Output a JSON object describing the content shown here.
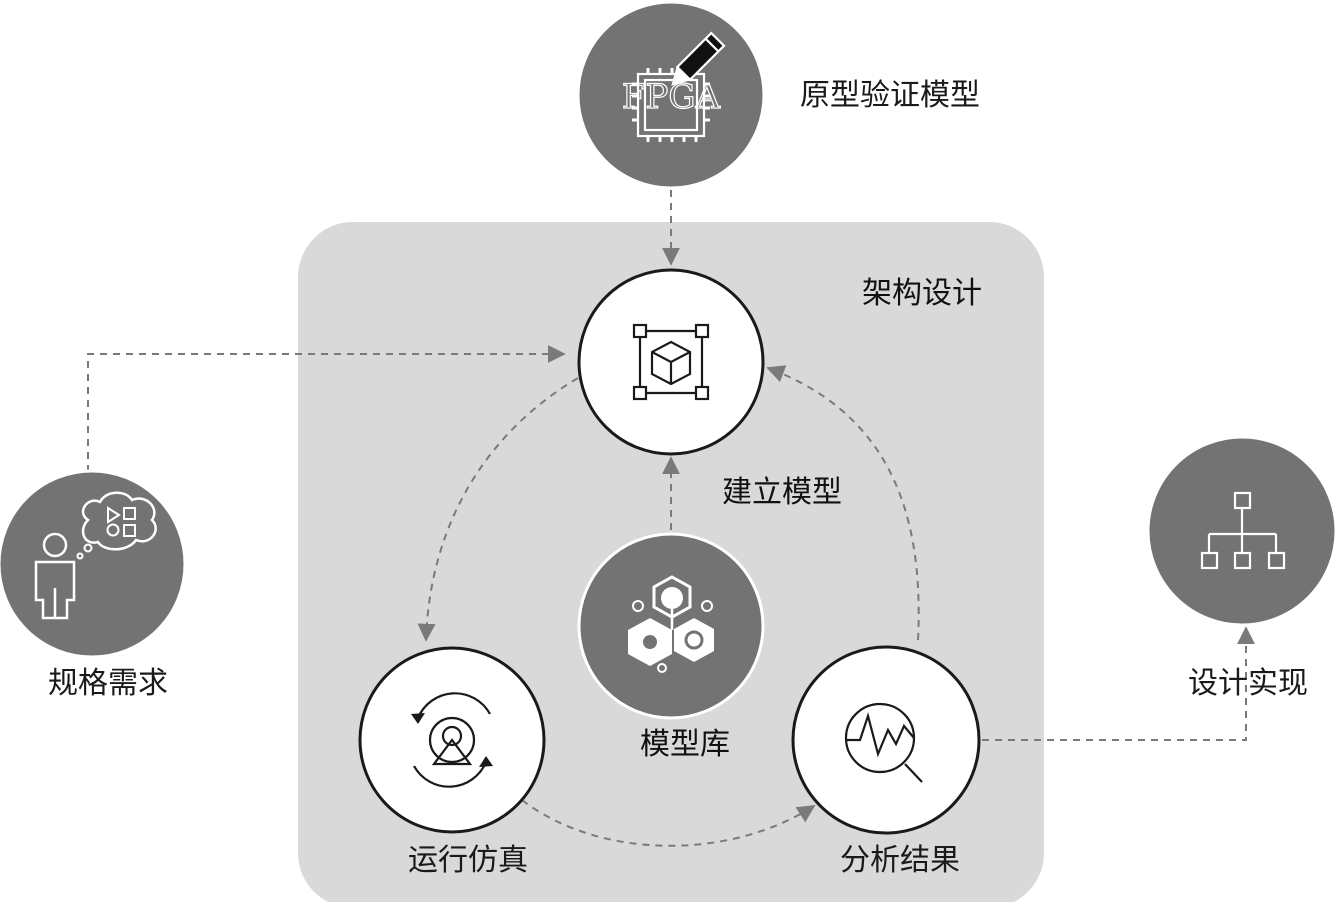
{
  "labels": {
    "prototype": "原型验证模型",
    "arch_design": "架构设计",
    "build_model": "建立模型",
    "model_library": "模型库",
    "spec_requirement": "规格需求",
    "run_simulation": "运行仿真",
    "analyze_results": "分析结果",
    "design_impl": "设计实现"
  },
  "fpga_chip_text": "FPGA",
  "icons": {
    "prototype": "fpga-chip-pencil-icon",
    "build_model": "cube-bounding-box-icon",
    "model_library": "hexagon-cluster-icon",
    "spec_requirement": "person-thought-shapes-icon",
    "run_simulation": "cycle-play-icon",
    "analyze_results": "chart-magnifier-icon",
    "design_impl": "hierarchy-tree-icon"
  },
  "colors": {
    "panel": "#d9d9d9",
    "dark_circle": "#737373",
    "connector": "#7a7a7a",
    "text": "#1a1a1a"
  }
}
